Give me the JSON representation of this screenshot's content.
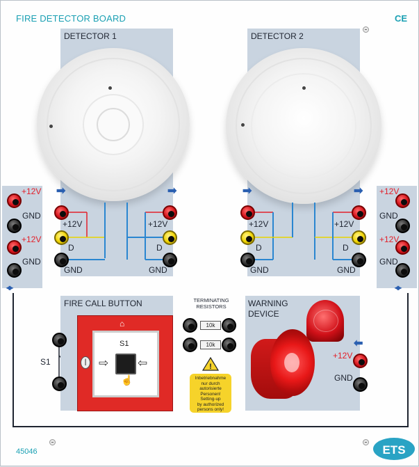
{
  "board": {
    "title": "FIRE DETECTOR BOARD",
    "ce_mark": "CE",
    "part_number": "45046",
    "logo_text": "ETS"
  },
  "detector1": {
    "title": "DETECTOR 1",
    "left_label_12v": "+12V",
    "left_label_d": "D",
    "left_label_gnd": "GND",
    "right_label_12v": "+12V",
    "right_label_d": "D",
    "right_label_gnd": "GND"
  },
  "detector2": {
    "title": "DETECTOR 2",
    "left_label_12v": "+12V",
    "left_label_d": "D",
    "left_label_gnd": "GND",
    "right_label_12v": "+12V",
    "right_label_d": "D",
    "right_label_gnd": "GND"
  },
  "left_power": {
    "labels": [
      "+12V",
      "GND",
      "+12V",
      "GND"
    ]
  },
  "right_power": {
    "labels": [
      "+12V",
      "GND",
      "+12V",
      "GND"
    ]
  },
  "fire_call": {
    "title": "FIRE CALL BUTTON",
    "switch_label": "S1",
    "button_label": "S1",
    "push_symbol": "☝"
  },
  "terminating": {
    "title": "TERMINATING RESISTORS",
    "r1": "10k",
    "r2": "10k"
  },
  "warning_label": {
    "line1": "Inbetriebnahme",
    "line2": "nur durch",
    "line3": "autorisierte",
    "line4": "Personen!",
    "line5": "Setting-up",
    "line6": "by authorized",
    "line7": "persons only!"
  },
  "warning_device": {
    "title_line1": "WARNING",
    "title_line2": "DEVICE",
    "label_12v": "+12V",
    "label_gnd": "GND"
  },
  "colors": {
    "accent": "#1aa0b3",
    "panel": "#c9d4e0",
    "wire_blue": "#2a86d0",
    "wire_red": "#e3202a",
    "wire_yellow": "#e8d400"
  }
}
